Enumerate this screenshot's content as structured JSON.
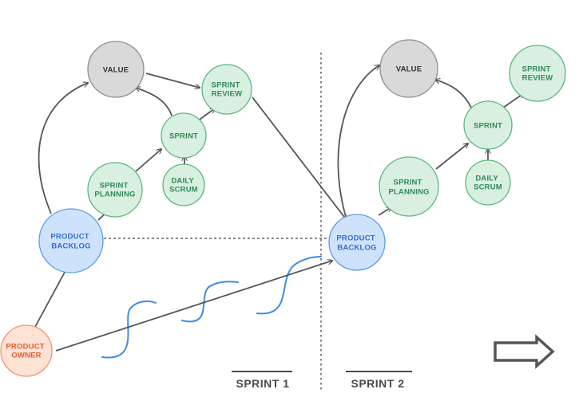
{
  "colors": {
    "green_fill": "#d9f0e0",
    "green_stroke": "#5cb67e",
    "green_text": "#2e8b57",
    "gray_fill": "#d9d9d9",
    "gray_stroke": "#8e8e8e",
    "gray_text": "#333333",
    "blue_fill": "#cfe2fb",
    "blue_stroke": "#5b9de6",
    "blue_text": "#2f6fd1",
    "orange_fill": "#fde3d6",
    "orange_stroke": "#f2956b",
    "orange_text": "#e8582a",
    "arrow": "#555555",
    "wave": "#3b8de0"
  },
  "nodes": {
    "value_1": [
      "VALUE"
    ],
    "sprint_review_1": [
      "SPRINT",
      "REVIEW"
    ],
    "sprint_1": [
      "SPRINT"
    ],
    "sprint_planning_1": [
      "SPRINT",
      "PLANNING"
    ],
    "daily_scrum_1": [
      "DAILY",
      "SCRUM"
    ],
    "product_backlog_1": [
      "PRODUCT",
      "BACKLOG"
    ],
    "product_owner": [
      "PRODUCT",
      "OWNER"
    ],
    "value_2": [
      "VALUE"
    ],
    "sprint_review_2": [
      "SPRINT",
      "REVIEW"
    ],
    "sprint_2": [
      "SPRINT"
    ],
    "sprint_planning_2": [
      "SPRINT",
      "PLANNING"
    ],
    "daily_scrum_2": [
      "DAILY",
      "SCRUM"
    ],
    "product_backlog_2": [
      "PRODUCT",
      "BACKLOG"
    ]
  },
  "sprint_labels": {
    "sprint_1": "SPRINT 1",
    "sprint_2": "SPRINT 2"
  },
  "icons": {
    "next_arrow": "right-arrow-outline-icon"
  }
}
